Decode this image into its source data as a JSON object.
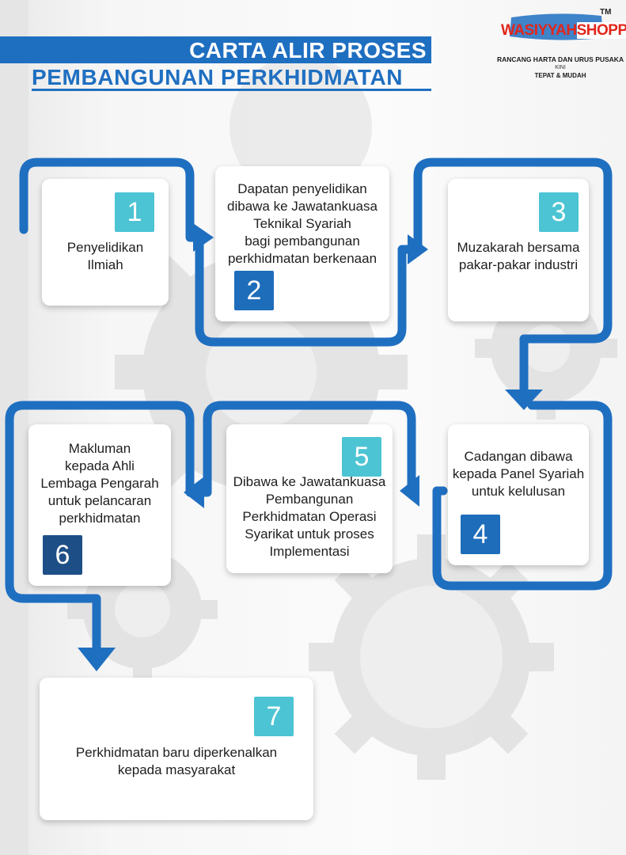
{
  "header": {
    "title_line1": "CARTA ALIR PROSES",
    "title_line2": "PEMBANGUNAN PERKHIDMATAN"
  },
  "logo": {
    "brand_part1": "WASIYYAH",
    "brand_part2": "SHOPPE",
    "trademark": "TM",
    "tagline_line1": "RANCANG HARTA DAN URUS PUSAKA",
    "tagline_line2": "KINI",
    "tagline_line3": "TEPAT & MUDAH"
  },
  "colors": {
    "primary_blue": "#1f6fc1",
    "light_badge": "#4cc4d3",
    "dark_badge": "#1d4f86",
    "brand_red": "#e1251b"
  },
  "steps": [
    {
      "number": "1",
      "text": "Penyelidikan\nIlmiah"
    },
    {
      "number": "2",
      "text": "Dapatan penyelidikan\ndibawa ke Jawatankuasa\nTeknikal Syariah\nbagi pembangunan\nperkhidmatan berkenaan"
    },
    {
      "number": "3",
      "text": "Muzakarah bersama\npakar-pakar industri"
    },
    {
      "number": "4",
      "text": "Cadangan dibawa\nkepada Panel Syariah\nuntuk kelulusan"
    },
    {
      "number": "5",
      "text": "Dibawa ke Jawatankuasa\nPembangunan\nPerkhidmatan Operasi\nSyarikat untuk proses\nImplementasi"
    },
    {
      "number": "6",
      "text": "Makluman\nkepada Ahli\nLembaga Pengarah\nuntuk pelancaran\nperkhidmatan"
    },
    {
      "number": "7",
      "text": "Perkhidmatan baru diperkenalkan\nkepada masyarakat"
    }
  ]
}
